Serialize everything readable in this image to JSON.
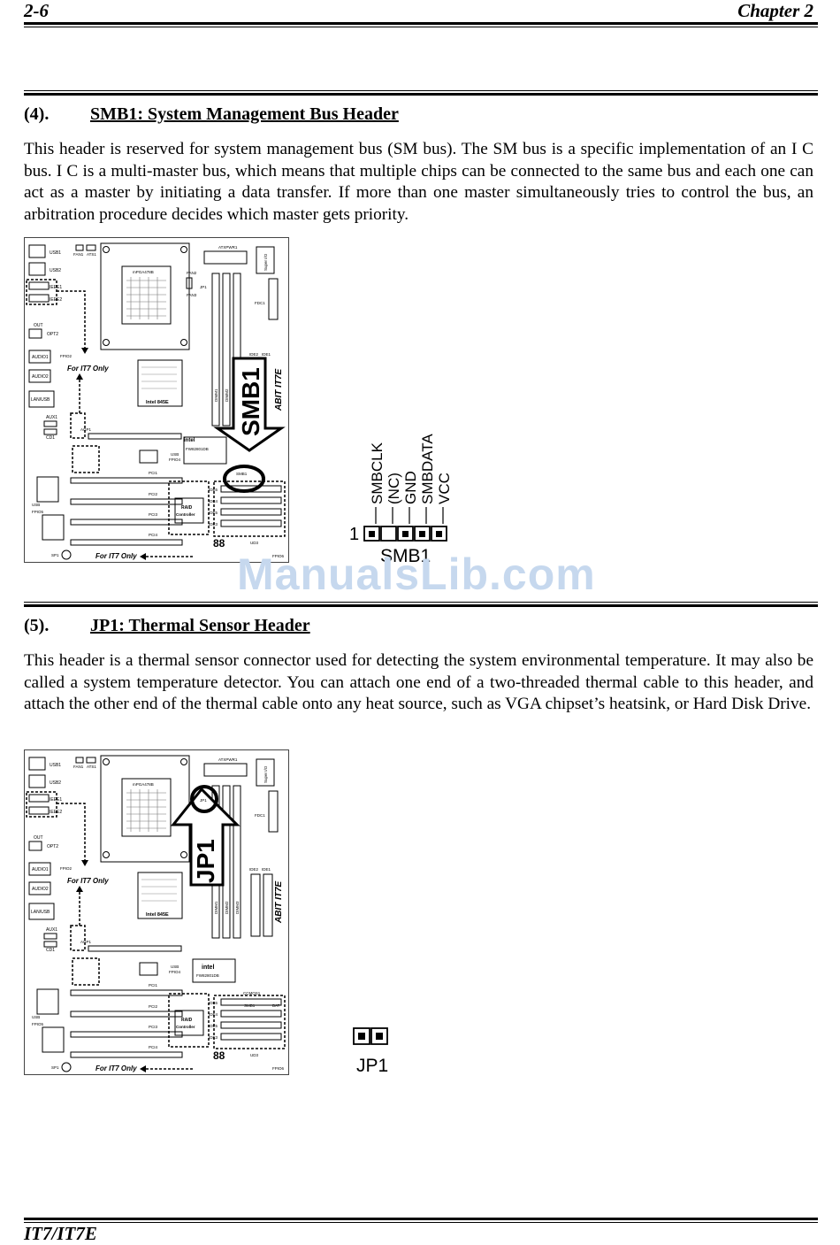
{
  "header": {
    "page_number": "2-6",
    "chapter": "Chapter 2"
  },
  "section4": {
    "number": "(4).",
    "title": "SMB1: System Management Bus Header",
    "body": "This header is reserved for system management bus (SM bus). The SM bus is a specific implementation of an I C bus. I C is a multi-master bus, which means that multiple chips can be connected to the same bus and each one can act as a master by initiating a data transfer. If more than one master simultaneously tries to control the bus, an arbitration procedure decides which master gets priority."
  },
  "section5": {
    "number": "(5).",
    "title": "JP1: Thermal Sensor Header",
    "body": "This header is a thermal sensor connector used for detecting the system environmental temperature. It may also be called a system temperature detector. You can attach one end of a two-threaded thermal cable to this header, and attach the other end of the thermal cable onto any heat source, such as VGA chipset’s heatsink, or Hard Disk Drive."
  },
  "board": {
    "labels": {
      "usb1": "USB1",
      "usb2": "USB2",
      "ieee1": "IEEE1",
      "ieee2": "IEEE2",
      "out": "OUT",
      "opt2": "OPT2",
      "audio1": "AUDIO1",
      "audio2": "AUDIO2",
      "lan_usb": "LAN/USB",
      "aux1": "AUX1",
      "cd1": "CD1",
      "usb_label": "USB",
      "fpio5": "FPIO5",
      "sp1": "SP1",
      "fpio2": "FPIO2",
      "fan1": "FAN1",
      "ats1": "ATS1",
      "cpu_socket": "mPGA478B",
      "fan2": "FAN2",
      "fan3": "FAN3",
      "jp1": "JP1",
      "atxpwr1": "ATXPWR1",
      "super_io": "Super I/O",
      "fdc1": "FDC1",
      "ide2": "IDE2",
      "ide1": "IDE1",
      "dimm1": "DIMM1",
      "dimm2": "DIMM2",
      "dimm3": "DIMM3",
      "intel_chip": "Intel 845E",
      "intel": "intel",
      "fw_chip": "FW82801DB",
      "agp1": "AGP1",
      "pci1": "PCI1",
      "pci2": "PCI2",
      "pci3": "PCI3",
      "pci4": "PCI4",
      "raid": "RAID",
      "controller": "Controller",
      "ide3": "IDE3",
      "ide4": "IDE4",
      "ide5": "IDE5",
      "ide6": "IDE6",
      "lcd": "88",
      "ud3": "UD3",
      "fpio6": "FPIO6",
      "smb1": "SMB1",
      "ccmos1": "CCMOS1",
      "bat": "BAT",
      "brand": "ABIT IT7E",
      "fpio4": "FPIO4"
    },
    "callout_it7": "For IT7 Only",
    "callout_smb1": "SMB1",
    "callout_jp1": "JP1"
  },
  "smb1_pinout": {
    "pin1_marker": "1",
    "pins": [
      "SMBCLK",
      "(NC)",
      "GND",
      "SMBDATA",
      "VCC"
    ],
    "connector_label": "SMB1"
  },
  "jp1_pinout": {
    "connector_label": "JP1"
  },
  "watermark": "ManualsLib.com",
  "footer": {
    "model": "IT7/IT7E"
  }
}
